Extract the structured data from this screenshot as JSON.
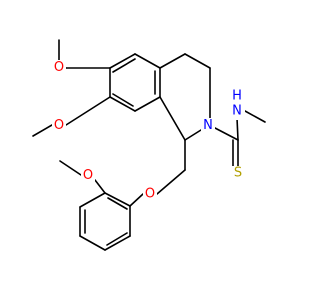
{
  "molecule": {
    "atom_labels": {
      "o_methoxy_6": "O",
      "o_methoxy_7": "O",
      "n_ring": "N",
      "n_amide": "N",
      "h_amide": "H",
      "s_thione": "S",
      "o_ether": "O",
      "o_methoxy_aryl": "O"
    },
    "colors": {
      "bond": "#000000",
      "oxygen": "#ff0000",
      "nitrogen": "#0000ff",
      "sulfur": "#b2a000"
    }
  }
}
